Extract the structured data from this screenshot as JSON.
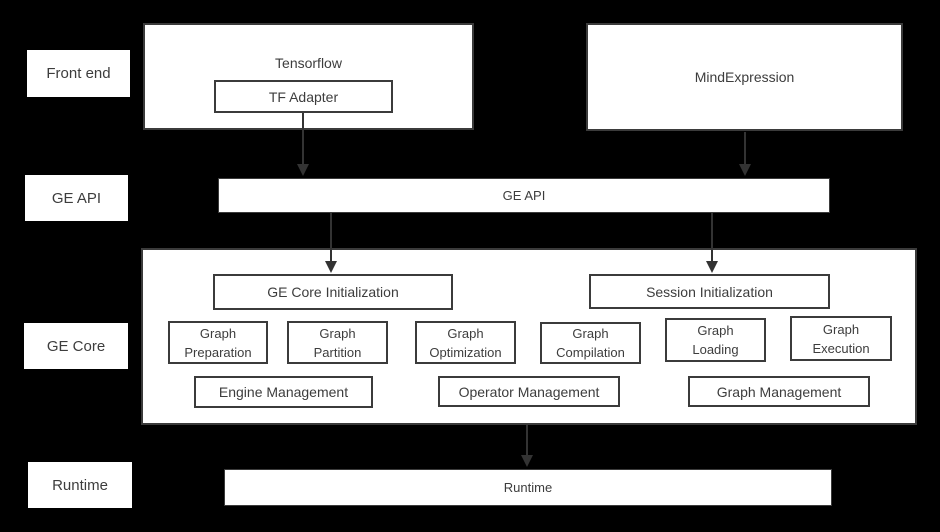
{
  "diagram": {
    "row_labels": {
      "front_end": "Front end",
      "ge_api": "GE API",
      "ge_core": "GE Core",
      "runtime": "Runtime"
    },
    "front_end": {
      "tensorflow_label": "Tensorflow",
      "tf_adapter_label": "TF Adapter",
      "mind_expression_label": "MindExpression"
    },
    "ge_api_bar_label": "GE API",
    "ge_core": {
      "init_left_label": "GE Core Initialization",
      "init_right_label": "Session Initialization",
      "stages": [
        {
          "line1": "Graph",
          "line2": "Preparation"
        },
        {
          "line1": "Graph",
          "line2": "Partition"
        },
        {
          "line1": "Graph",
          "line2": "Optimization"
        },
        {
          "line1": "Graph",
          "line2": "Compilation"
        },
        {
          "line1": "Graph",
          "line2": "Loading"
        },
        {
          "line1": "Graph",
          "line2": "Execution"
        }
      ],
      "management": [
        {
          "label": "Engine Management"
        },
        {
          "label": "Operator Management"
        },
        {
          "label": "Graph Management"
        }
      ]
    },
    "runtime_bar_label": "Runtime",
    "colors": {
      "background": "#000000",
      "box_fill": "#ffffff",
      "box_border": "#3b3b3b",
      "text": "#3d3d3d",
      "arrow": "#333333"
    }
  }
}
